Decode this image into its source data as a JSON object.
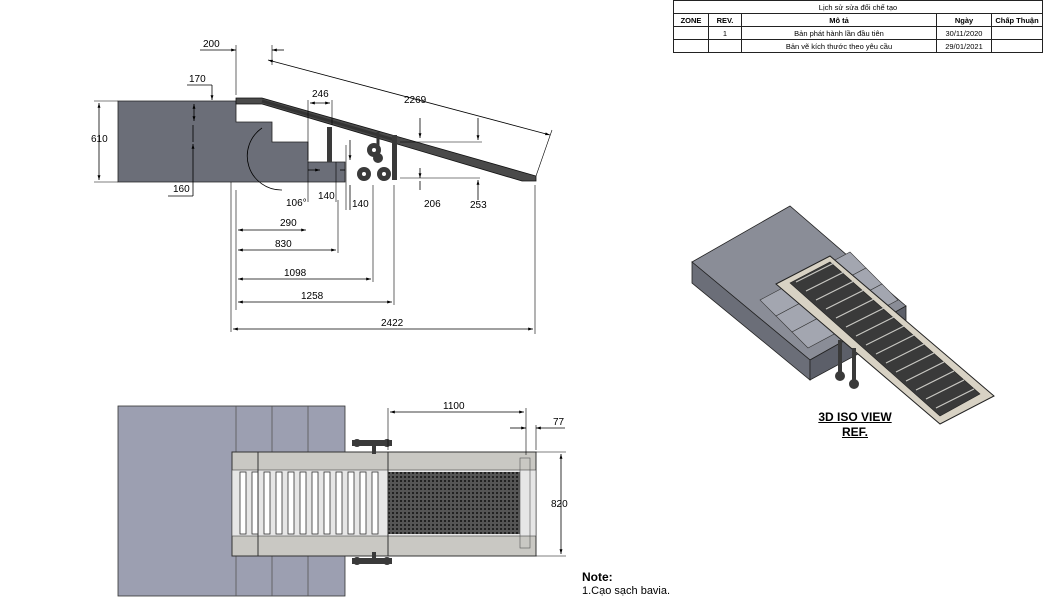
{
  "revision_table": {
    "title": "Lịch sử sửa đổi chế tạo",
    "columns": [
      "ZONE",
      "REV.",
      "Mô tả",
      "Ngày",
      "Chấp Thuận"
    ],
    "rows": [
      [
        "",
        "1",
        "Bản phát hành lần đầu tiên",
        "30/11/2020",
        ""
      ],
      [
        "",
        "",
        "Bản vẽ kích thước theo yêu cầu",
        "29/01/2021",
        ""
      ]
    ]
  },
  "side_view_dims": {
    "d200": "200",
    "d170": "170",
    "d610": "610",
    "d160": "160",
    "d246": "246",
    "d2269": "2269",
    "d106": "106°",
    "d140a": "140",
    "d140b": "140",
    "d206": "206",
    "d253": "253",
    "d290": "290",
    "d830": "830",
    "d1098": "1098",
    "d1258": "1258",
    "d2422": "2422"
  },
  "top_view_dims": {
    "d1100": "1100",
    "d77": "77",
    "d820": "820"
  },
  "iso_label": {
    "line1": "3D ISO VIEW",
    "line2": "REF."
  },
  "note": {
    "title": "Note:",
    "line1": "1.Cạo sạch bavia."
  },
  "colors": {
    "block": "#6b6e78",
    "block_top": "#8a8d97",
    "plate": "#c9c8c3",
    "steel": "#3a3a3a"
  }
}
